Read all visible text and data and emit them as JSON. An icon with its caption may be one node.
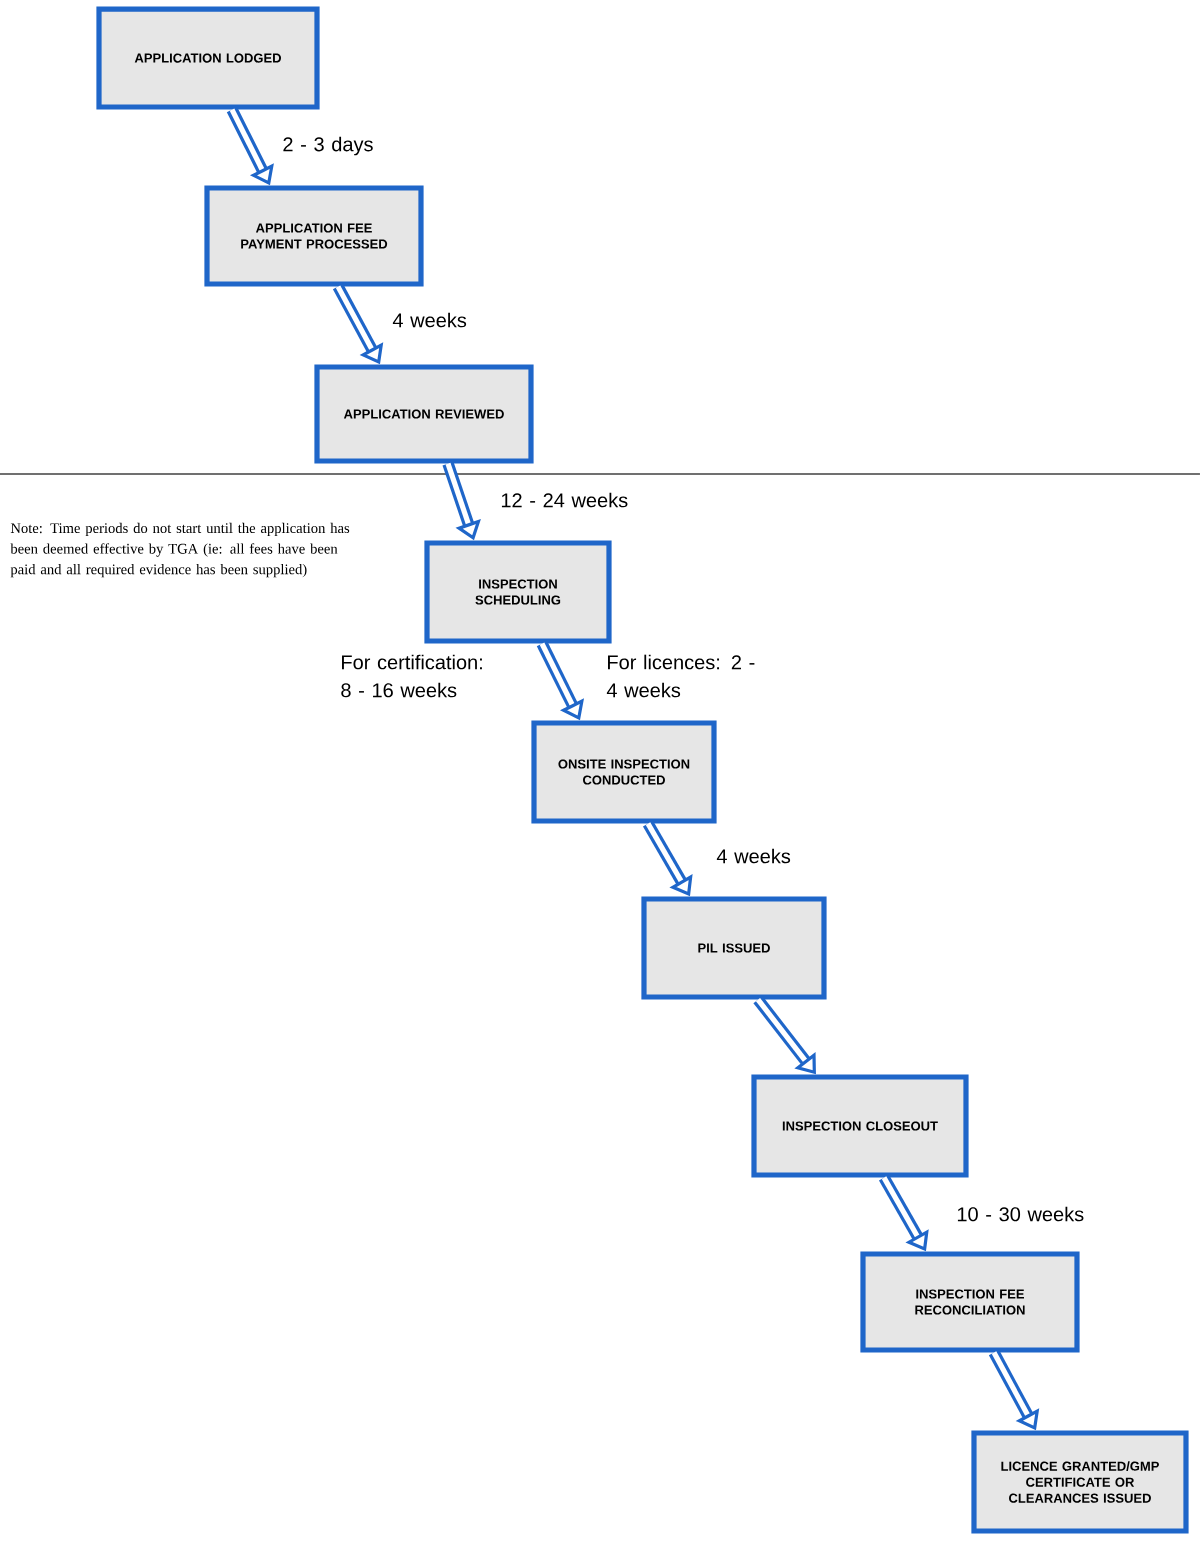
{
  "diagram": {
    "nodes": [
      {
        "text": [
          "APPLICATION LODGED"
        ]
      },
      {
        "text": [
          "APPLICATION FEE PAYMENT PROCESSED"
        ]
      },
      {
        "text": [
          "APPLICATION REVIEWED"
        ]
      },
      {
        "text": [
          "INSPECTION SCHEDULING"
        ]
      },
      {
        "text": [
          "ONSITE INSPECTION CONDUCTED"
        ]
      },
      {
        "text": [
          "PIL ISSUED"
        ]
      },
      {
        "text": [
          "INSPECTION CLOSEOUT"
        ]
      },
      {
        "text": [
          "INSPECTION FEE RECONCILIATION"
        ]
      },
      {
        "text": [
          "LICENCE GRANTED/GMP CERTIFICATE OR CLEARANCES ISSUED"
        ]
      }
    ],
    "edges": [
      {
        "from": 0,
        "to": 1,
        "arrow": "to",
        "label": "2 - 3 days"
      },
      {
        "from": 1,
        "to": 2,
        "arrow": "to",
        "label": "4 weeks"
      },
      {
        "from": 2,
        "to": 3,
        "arrow": "to",
        "label": "12 - 24 weeks"
      },
      {
        "from": 3,
        "to": 4,
        "arrow": "to",
        "label": "For certification: 8 - 16 weeks"
      },
      {
        "from": 4,
        "to": 5,
        "arrow": "to",
        "label": "4 weeks"
      },
      {
        "from": 5,
        "to": 6,
        "arrow": "to"
      },
      {
        "from": 6,
        "to": 7,
        "arrow": "to",
        "label": "10 - 30 weeks"
      },
      {
        "from": 7,
        "to": 8,
        "arrow": "to"
      }
    ],
    "labels": [
      "Note: Time periods do not start until the application has been deemed effective by TGA (ie: all fees have been paid and all required evidence has been supplied)",
      "For licences: 2 - 4 weeks"
    ]
  }
}
